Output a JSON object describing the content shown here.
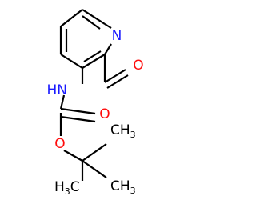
{
  "atoms": {
    "n_ring": "N",
    "o_aldehyde": "O",
    "nh": "HN",
    "o_carbonyl": "O",
    "o_ester": "O",
    "ch3_top": "CH",
    "ch3_top_sub": "3",
    "h3c_left": "H",
    "h3c_left_sub": "3",
    "h3c_left_c": "C",
    "ch3_right": "CH",
    "ch3_right_sub": "3"
  },
  "colors": {
    "nitrogen": "#1a1aff",
    "oxygen": "#ff0d0d",
    "carbon": "#000000"
  }
}
